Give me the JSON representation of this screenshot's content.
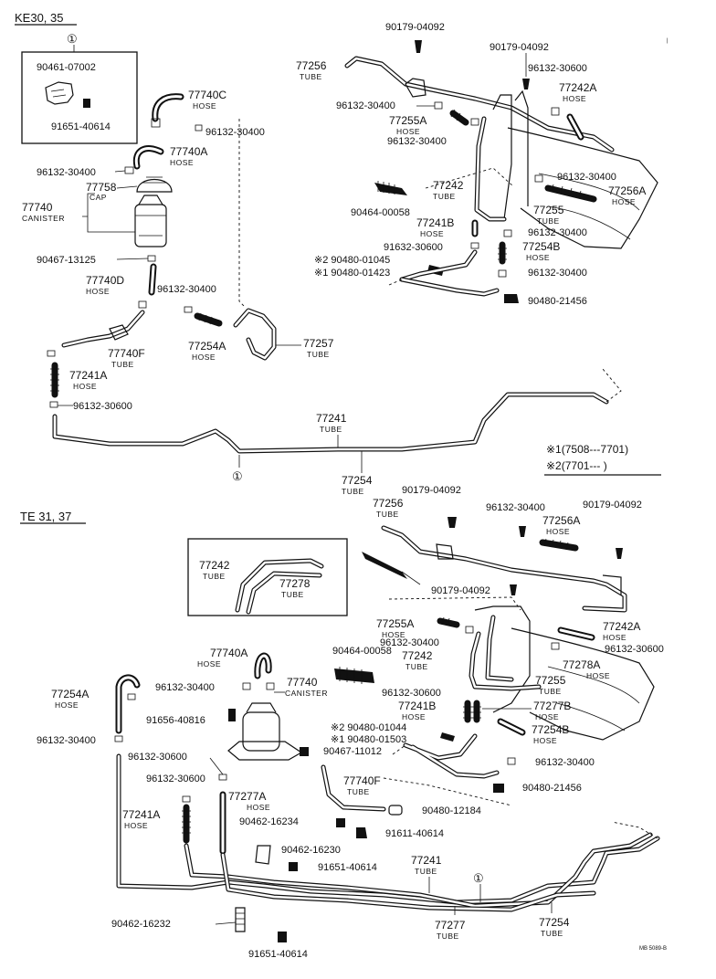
{
  "headers": {
    "top": "KE30, 35",
    "bottom": "TE 31, 37",
    "marker_top": "①",
    "marker_mid": "①",
    "marker_bottom": "①"
  },
  "legend": {
    "item1": "※1(7508---7701)",
    "item2": "※2(7701---      )"
  },
  "corner_code": "MB 5089-B",
  "top_labels": {
    "box_part": "90461-07002",
    "box_bolt": "91651-40614",
    "h77740c": "77740C",
    "h77740c_sub": "HOSE",
    "c1": "96132-30400",
    "h77740a": "77740A",
    "h77740a_sub": "HOSE",
    "c2": "96132-30400",
    "cap": "77758",
    "cap_sub": "CAP",
    "canister": "77740",
    "canister_sub": "CANISTER",
    "p13125": "90467-13125",
    "h77740d": "77740D",
    "h77740d_sub": "HOSE",
    "c3": "96132-30400",
    "t77740f": "77740F",
    "t77740f_sub": "TUBE",
    "h77254a": "77254A",
    "h77254a_sub": "HOSE",
    "t77257": "77257",
    "t77257_sub": "TUBE",
    "h77241a": "77241A",
    "h77241a_sub": "HOSE",
    "c4": "96132-30600",
    "t77241": "77241",
    "t77241_sub": "TUBE",
    "t77254": "77254",
    "t77254_sub": "TUBE",
    "b04092a": "90179-04092",
    "b04092b": "90179-04092",
    "t77256": "77256",
    "t77256_sub": "TUBE",
    "c5": "96132-30600",
    "h77242a": "77242A",
    "h77242a_sub": "HOSE",
    "c6": "96132-30400",
    "h77255a": "77255A",
    "h77255a_sub": "HOSE",
    "c7": "96132-30400",
    "c8": "96132-30400",
    "h77256a": "77256A",
    "h77256a_sub": "HOSE",
    "t77242": "77242",
    "t77242_sub": "TUBE",
    "t77255": "77255",
    "t77255_sub": "TUBE",
    "p00058": "90464-00058",
    "h77241b": "77241B",
    "h77241b_sub": "HOSE",
    "c9": "96132-30400",
    "c10": "91632-30600",
    "h77254b": "77254B",
    "h77254b_sub": "HOSE",
    "p01045": "※2 90480-01045",
    "p01423": "※1 90480-01423",
    "c11": "96132-30400",
    "p21456": "90480-21456"
  },
  "bottom_labels": {
    "b04092a": "90179-04092",
    "t77256": "77256",
    "t77256_sub": "TUBE",
    "c1": "96132-30400",
    "b04092b": "90179-04092",
    "h77256a": "77256A",
    "h77256a_sub": "HOSE",
    "inset_77242": "77242",
    "inset_77242_sub": "TUBE",
    "inset_77278": "77278",
    "inset_77278_sub": "TUBE",
    "b04092c": "90179-04092",
    "h77255a": "77255A",
    "h77255a_sub": "HOSE",
    "h77242a": "77242A",
    "h77242a_sub": "HOSE",
    "c2": "96132-30400",
    "c3": "96132-30600",
    "p00058": "90464-00058",
    "t77242": "77242",
    "t77242_sub": "TUBE",
    "h77278a": "77278A",
    "h77278a_sub": "HOSE",
    "h77740a": "77740A",
    "h77740a_sub": "HOSE",
    "c4": "96132-30400",
    "canister": "77740",
    "canister_sub": "CANISTER",
    "t77255": "77255",
    "t77255_sub": "TUBE",
    "h77254a": "77254A",
    "h77254a_sub": "HOSE",
    "c5": "96132-30600",
    "h77241b": "77241B",
    "h77241b_sub": "HOSE",
    "h77277b": "77277B",
    "h77277b_sub": "HOSE",
    "p40816": "91656-40816",
    "p01044": "※2 90480-01044",
    "p01503": "※1 90480-01503",
    "h77254b": "77254B",
    "h77254b_sub": "HOSE",
    "c6": "96132-30400",
    "p11012": "90467-11012",
    "c7": "96132-30600",
    "c8": "96132-30600",
    "c9": "96132-30400",
    "t77740f": "77740F",
    "t77740f_sub": "TUBE",
    "p21456": "90480-21456",
    "h77277a": "77277A",
    "h77277a_sub": "HOSE",
    "h77241a": "77241A",
    "h77241a_sub": "HOSE",
    "p16234": "90462-16234",
    "p12184": "90480-12184",
    "p40614a": "91611-40614",
    "p16230": "90462-16230",
    "p40614b": "91651-40614",
    "t77241": "77241",
    "t77241_sub": "TUBE",
    "p16232": "90462-16232",
    "t77277": "77277",
    "t77277_sub": "TUBE",
    "t77254": "77254",
    "t77254_sub": "TUBE",
    "p40614c": "91651-40614"
  }
}
